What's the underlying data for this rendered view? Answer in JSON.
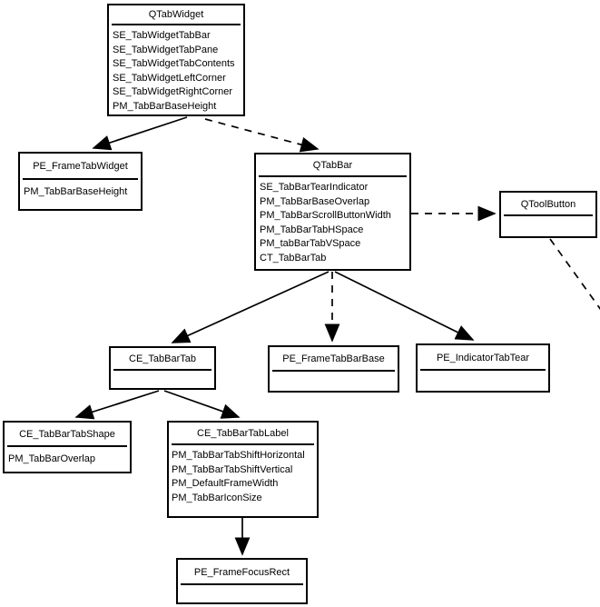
{
  "diagram": {
    "background_color": "#ffffff",
    "line_color": "#000000",
    "text_color": "#000000"
  },
  "nodes": [
    {
      "title": "QTabWidget",
      "items": [
        "SE_TabWidgetTabBar",
        "SE_TabWidgetTabPane",
        "SE_TabWidgetTabContents",
        "SE_TabWidgetLeftCorner",
        "SE_TabWidgetRightCorner",
        "PM_TabBarBaseHeight"
      ]
    },
    {
      "title": "PE_FrameTabWidget",
      "items": [
        "PM_TabBarBaseHeight"
      ]
    },
    {
      "title": "QTabBar",
      "items": [
        "SE_TabBarTearIndicator",
        "PM_TabBarBaseOverlap",
        "PM_TabBarScrollButtonWidth",
        "PM_TabBarTabHSpace",
        "PM_tabBarTabVSpace",
        "CT_TabBarTab"
      ]
    },
    {
      "title": "QToolButton",
      "items": []
    },
    {
      "title": "CE_TabBarTab",
      "items": []
    },
    {
      "title": "PE_FrameTabBarBase",
      "items": []
    },
    {
      "title": "PE_IndicatorTabTear",
      "items": []
    },
    {
      "title": "CE_TabBarTabShape",
      "items": [
        "PM_TabBarOverlap"
      ]
    },
    {
      "title": "CE_TabBarTabLabel",
      "items": [
        "PM_TabBarTabShiftHorizontal",
        "PM_TabBarTabShiftVertical",
        "PM_DefaultFrameWidth",
        "PM_TabBarIconSize"
      ]
    },
    {
      "title": "PE_FrameFocusRect",
      "items": []
    }
  ],
  "edges": [
    {
      "from": "QTabWidget",
      "to": "PE_FrameTabWidget",
      "style": "solid",
      "arrowhead": true
    },
    {
      "from": "QTabWidget",
      "to": "QTabBar",
      "style": "dashed",
      "arrowhead": true
    },
    {
      "from": "QTabBar",
      "to": "QToolButton",
      "style": "dashed",
      "arrowhead": true
    },
    {
      "from": "QTabBar",
      "to": "CE_TabBarTab",
      "style": "solid",
      "arrowhead": true
    },
    {
      "from": "QTabBar",
      "to": "PE_FrameTabBarBase",
      "style": "dashed",
      "arrowhead": true
    },
    {
      "from": "QTabBar",
      "to": "PE_IndicatorTabTear",
      "style": "solid",
      "arrowhead": true
    },
    {
      "from": "CE_TabBarTab",
      "to": "CE_TabBarTabShape",
      "style": "solid",
      "arrowhead": true
    },
    {
      "from": "CE_TabBarTab",
      "to": "CE_TabBarTabLabel",
      "style": "solid",
      "arrowhead": true
    },
    {
      "from": "CE_TabBarTabLabel",
      "to": "PE_FrameFocusRect",
      "style": "solid",
      "arrowhead": true
    },
    {
      "from": "QToolButton",
      "to": "off-canvas-bottom-right",
      "style": "dashed",
      "arrowhead": false
    }
  ]
}
